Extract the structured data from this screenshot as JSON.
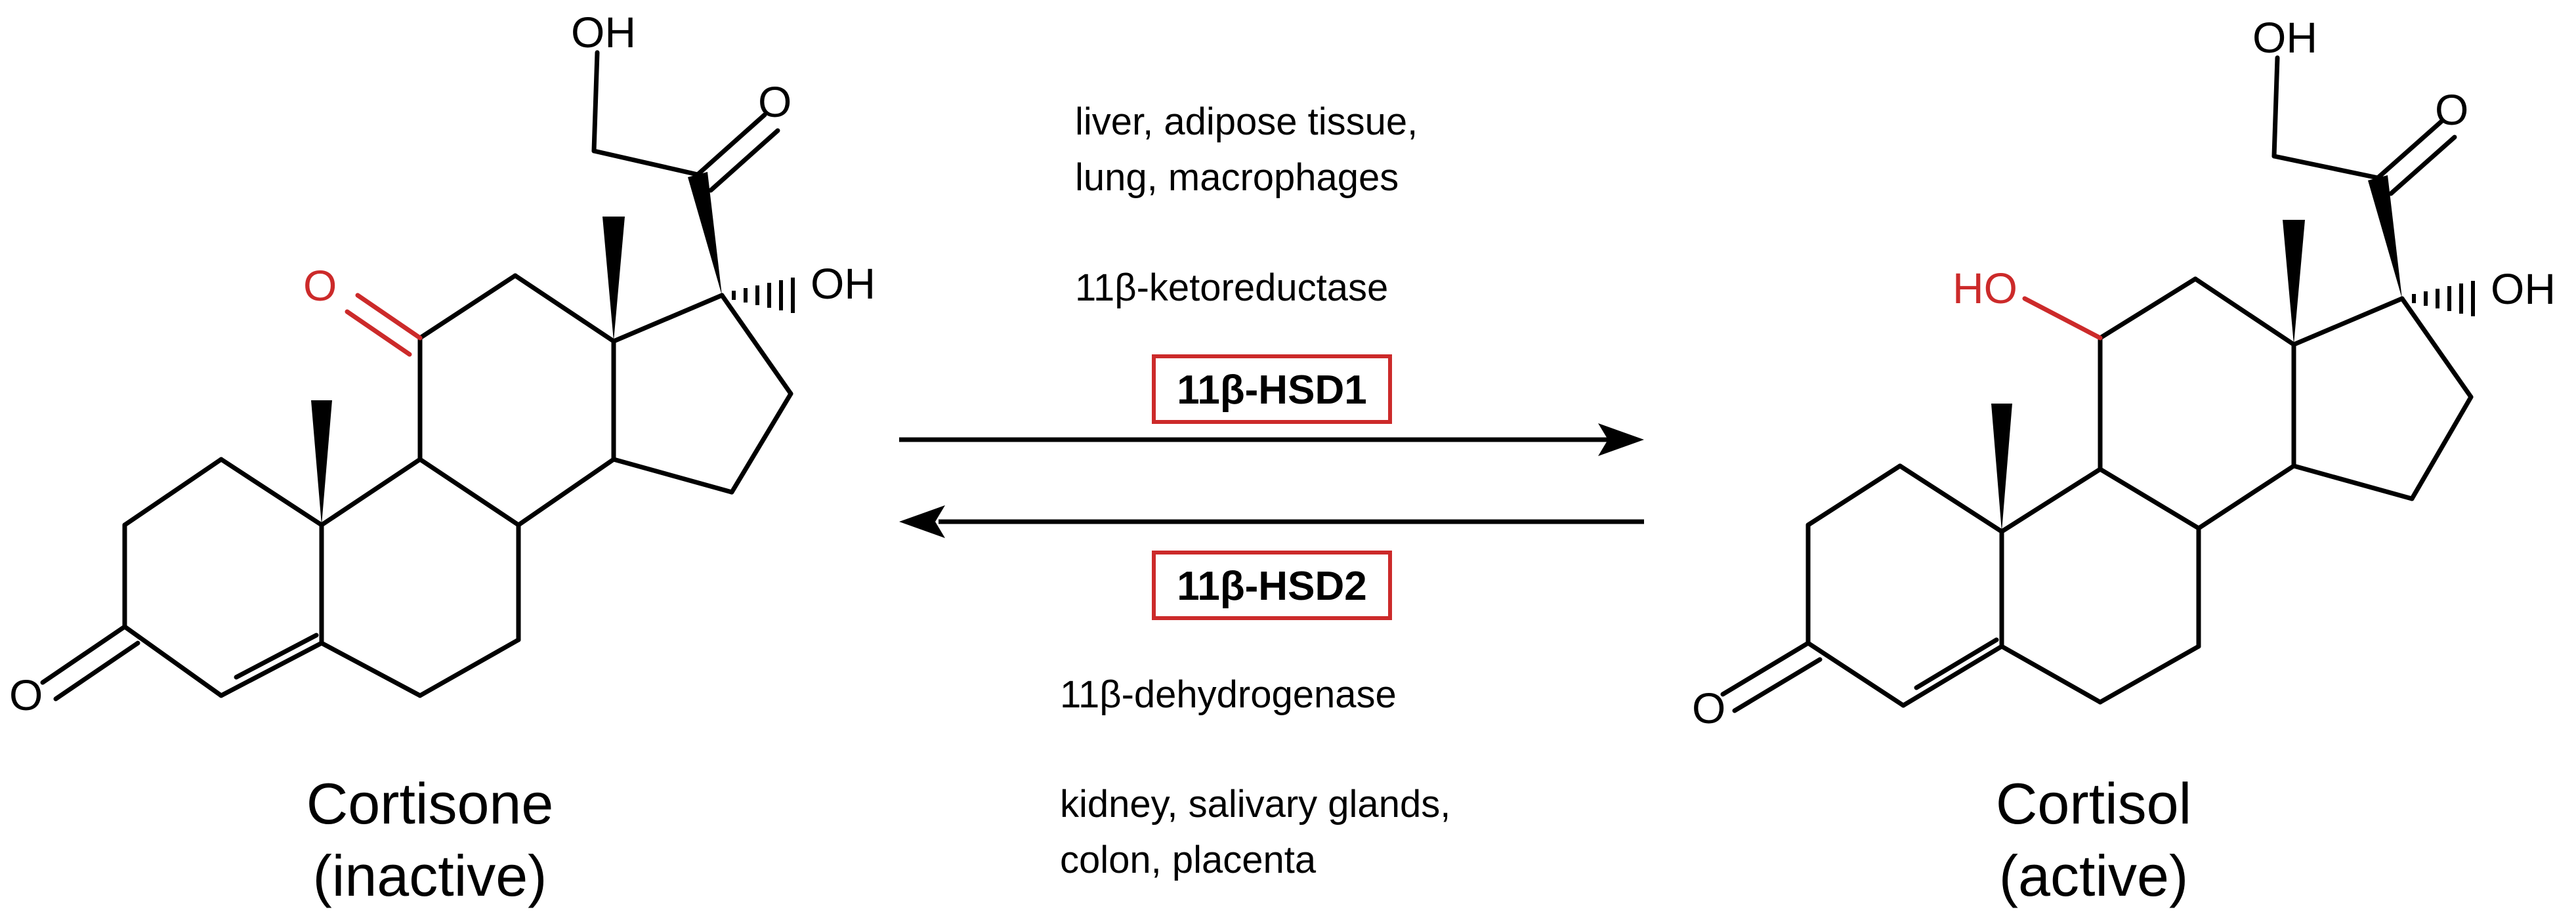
{
  "colors": {
    "highlight": "#cc2a2a",
    "ink": "#000000",
    "background": "#ffffff"
  },
  "molecules": {
    "left": {
      "name": "Cortisone",
      "state": "(inactive)",
      "atoms": {
        "top_oh": "OH",
        "side_o": "O",
        "c11_o": "O",
        "c17_oh": "OH",
        "c3_o": "O"
      }
    },
    "right": {
      "name": "Cortisol",
      "state": "(active)",
      "atoms": {
        "top_oh": "OH",
        "side_o": "O",
        "c11_ho": "HO",
        "c17_oh": "OH",
        "c3_o": "O"
      }
    }
  },
  "reaction": {
    "forward": {
      "tissues_line1": "liver, adipose tissue,",
      "tissues_line2": "lung, macrophages",
      "activity": "11β-ketoreductase",
      "enzyme": "11β-HSD1"
    },
    "reverse": {
      "enzyme": "11β-HSD2",
      "activity": "11β-dehydrogenase",
      "tissues_line1": "kidney, salivary glands,",
      "tissues_line2": "colon, placenta"
    }
  }
}
